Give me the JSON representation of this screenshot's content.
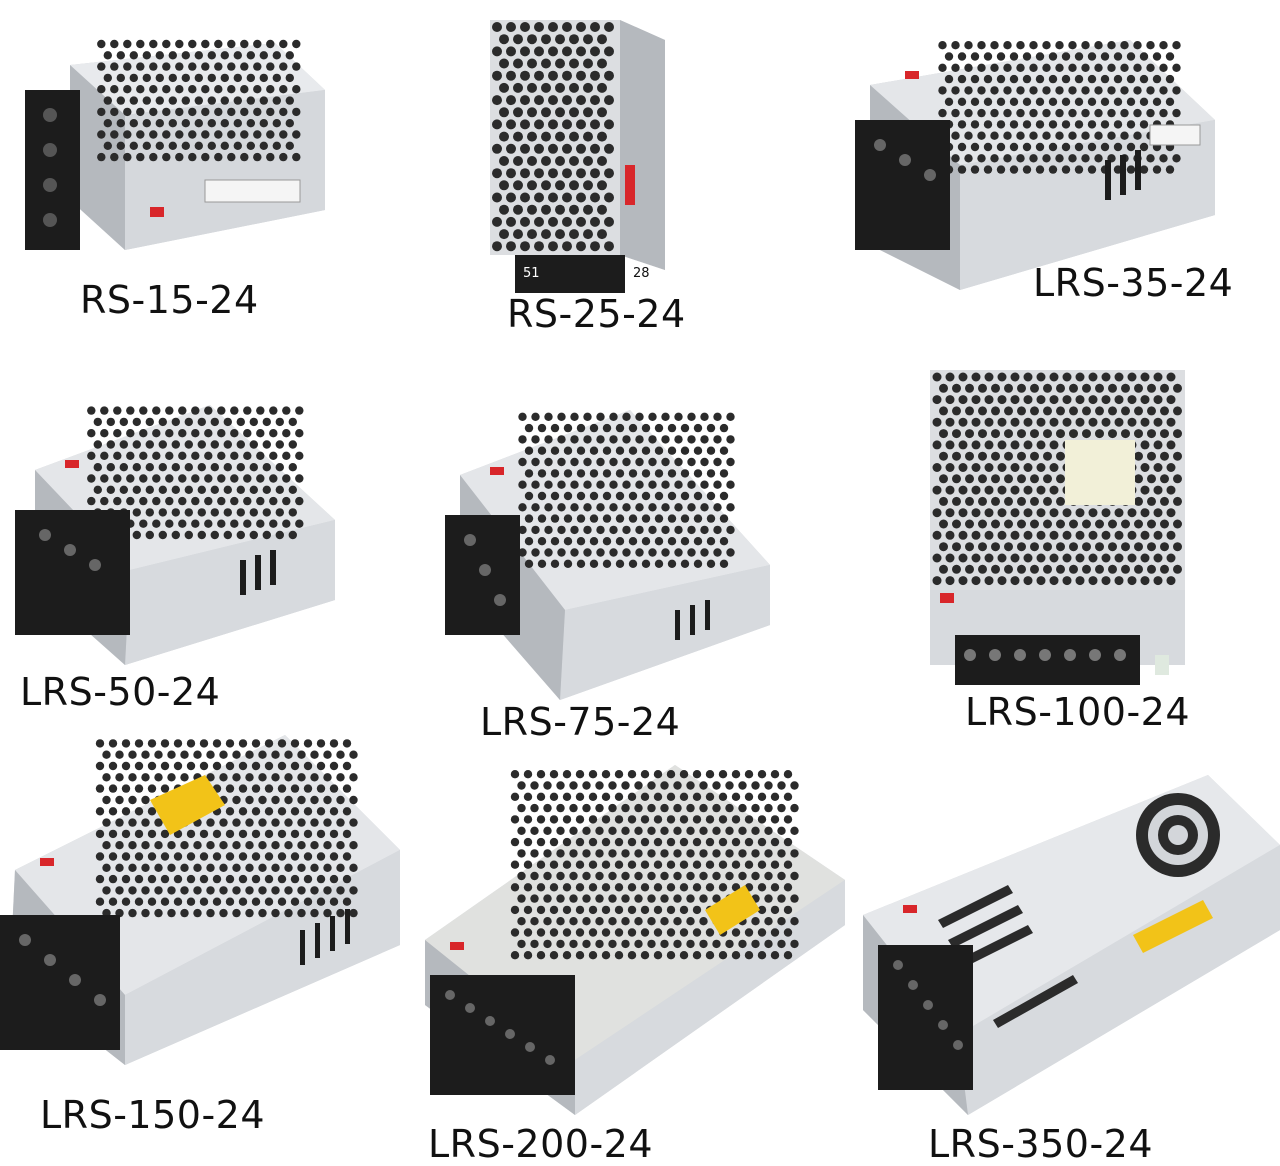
{
  "colors": {
    "background": "#ffffff",
    "chassis_light": "#e6e8eb",
    "chassis_mid": "#c9ccd1",
    "chassis_dark": "#9aa0a7",
    "mesh_hole": "#2b2b2b",
    "terminal": "#1c1c1c",
    "warning_label": "#f2c318",
    "brand_red": "#d8262a"
  },
  "products": [
    {
      "label": "RS-15-24",
      "style": "mesh-small"
    },
    {
      "label": "RS-25-24",
      "style": "mesh-tall"
    },
    {
      "label": "LRS-35-24",
      "style": "mesh-wide"
    },
    {
      "label": "LRS-50-24",
      "style": "mesh-wide"
    },
    {
      "label": "LRS-75-24",
      "style": "mesh-wide"
    },
    {
      "label": "LRS-100-24",
      "style": "mesh-front"
    },
    {
      "label": "LRS-150-24",
      "style": "mesh-long"
    },
    {
      "label": "LRS-200-24",
      "style": "mesh-long"
    },
    {
      "label": "LRS-350-24",
      "style": "solid-fan"
    }
  ]
}
